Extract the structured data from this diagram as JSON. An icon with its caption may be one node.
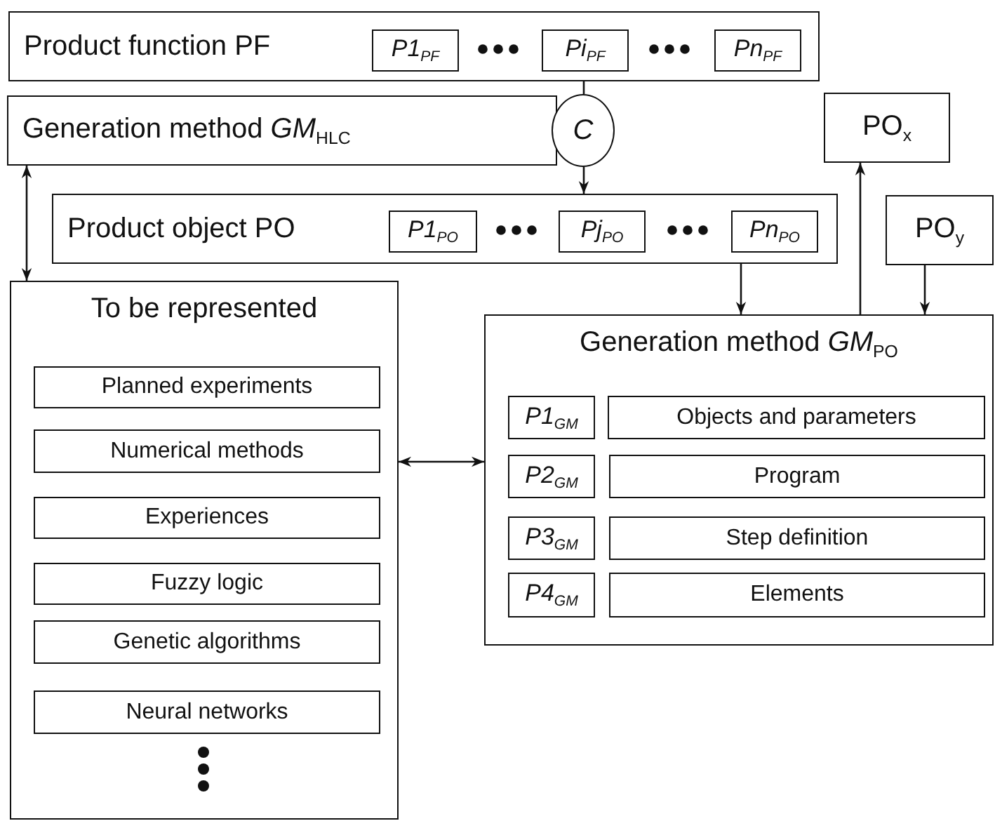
{
  "diagram": {
    "nodes": [
      {
        "text": [
          "Product function PF"
        ]
      },
      {
        "text": [
          "P1$_{PF}$"
        ],
        "in": 0
      },
      {
        "text": [
          "Pi$_{PF}$"
        ],
        "in": 0
      },
      {
        "text": [
          "Pn$_{PF}$"
        ],
        "in": 0
      },
      {
        "text": [
          "Generation method *GM*$_{HLC}$"
        ]
      },
      {
        "text": [
          "C"
        ]
      },
      {
        "text": [
          "Product object PO"
        ]
      },
      {
        "text": [
          "P1$_{PO}$"
        ],
        "in": 6
      },
      {
        "text": [
          "Pj$_{PO}$"
        ],
        "in": 6
      },
      {
        "text": [
          "Pn$_{PO}$"
        ],
        "in": 6
      },
      {
        "text": [
          "PO$_{x}$"
        ]
      },
      {
        "text": [
          "PO$_{y}$"
        ]
      },
      {
        "text": [
          "To be represented"
        ]
      },
      {
        "text": [
          "Planned experiments"
        ],
        "in": 12
      },
      {
        "text": [
          "Numerical methods"
        ],
        "in": 12
      },
      {
        "text": [
          "Experiences"
        ],
        "in": 12
      },
      {
        "text": [
          "Fuzzy logic"
        ],
        "in": 12
      },
      {
        "text": [
          "Genetic algorithms"
        ],
        "in": 12
      },
      {
        "text": [
          "Neural networks"
        ],
        "in": 12
      },
      {
        "text": [
          "Generation method *GM*$_{PO}$"
        ]
      },
      {
        "text": [
          "P1$_{GM}$"
        ],
        "in": 19
      },
      {
        "text": [
          "Objects and  parameters"
        ],
        "in": 19
      },
      {
        "text": [
          "P2$_{GM}$"
        ],
        "in": 19
      },
      {
        "text": [
          "Program"
        ],
        "in": 19
      },
      {
        "text": [
          "P3$_{GM}$"
        ],
        "in": 19
      },
      {
        "text": [
          "Step definition"
        ],
        "in": 19
      },
      {
        "text": [
          "P4$_{GM}$"
        ],
        "in": 19
      },
      {
        "text": [
          "Elements"
        ],
        "in": 19
      }
    ],
    "edges": [
      {
        "from": 2,
        "to": 5,
        "arrow": "none"
      },
      {
        "from": 5,
        "to": 6,
        "arrow": "to"
      },
      {
        "from": 4,
        "to": 12,
        "arrow": "both"
      },
      {
        "from": 9,
        "to": 19,
        "arrow": "to"
      },
      {
        "from": 19,
        "to": 10,
        "arrow": "to"
      },
      {
        "from": 11,
        "to": 19,
        "arrow": "to"
      },
      {
        "from": 12,
        "to": 19,
        "arrow": "both"
      }
    ]
  }
}
